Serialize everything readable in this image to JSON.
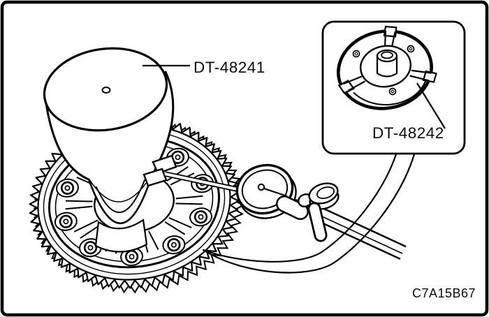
{
  "figure": {
    "labels": {
      "tool_upper": "DT-48241",
      "tool_inset": "DT-48242"
    },
    "figure_code": "C7A15B67",
    "colors": {
      "line": "#000000",
      "background": "#ffffff"
    },
    "parts": [
      "pinion-height-gauge-cylinder",
      "differential-ring-gear",
      "dial-indicator-with-clamp",
      "gauge-plate-inset-detail"
    ]
  }
}
